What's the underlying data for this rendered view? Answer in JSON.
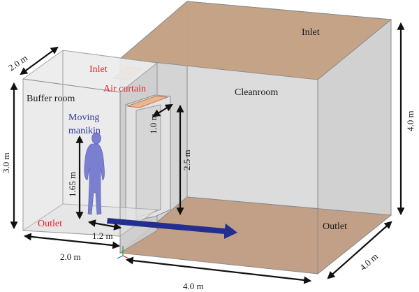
{
  "colors": {
    "wall_fill": "#d9d9d9",
    "wall_stroke": "#8a8a8a",
    "inlet_fill": "#c4a183",
    "floor_fill": "#c2a087",
    "buffer_fill": "#e6e6e6",
    "air_curtain_fill": "#f0b48c",
    "manikin_fill": "#7b7fd0",
    "arrow_fill": "#232f8e",
    "label_red": "#e8242b",
    "label_blue": "#2f3a9a"
  },
  "labels": {
    "inlet_top": "Inlet",
    "cleanroom": "Cleanroom",
    "outlet_right": "Outlet",
    "buffer_room": "Buffer room",
    "inlet_small": "Inlet",
    "air_curtain": "Air curtain",
    "moving_line1": "Moving",
    "moving_line2": "manikin",
    "outlet_left": "Outlet"
  },
  "dimensions": {
    "buffer_depth": "2.0 m",
    "buffer_height": "3.0 m",
    "buffer_width": "2.0 m",
    "manikin_height": "1.65 m",
    "manikin_offset": "1.2 m",
    "door_width": "1.0 m",
    "door_height": "2.5 m",
    "cleanroom_width": "4.0 m",
    "cleanroom_depth": "4.0 m",
    "cleanroom_height": "4.0 m"
  }
}
